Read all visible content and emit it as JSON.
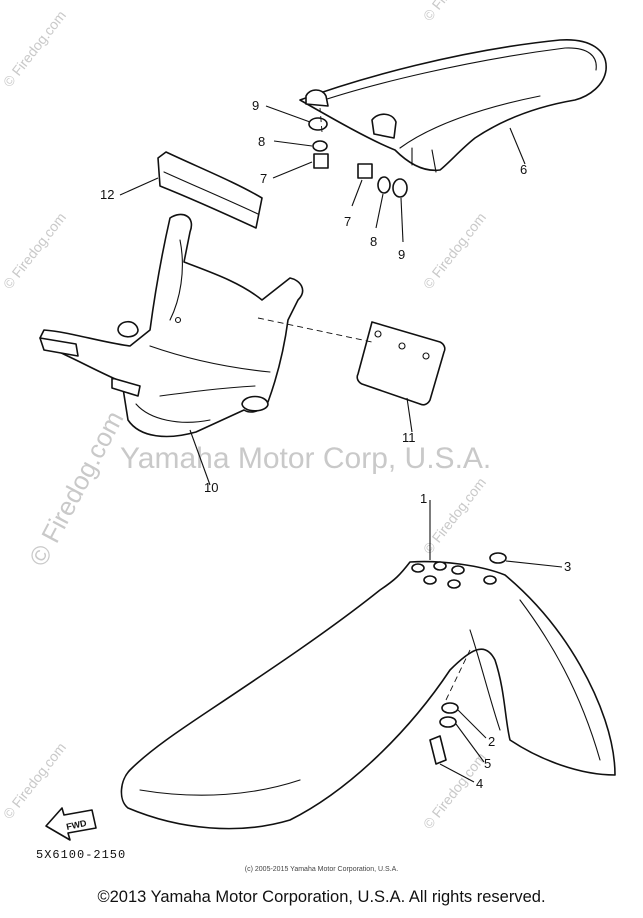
{
  "diagram": {
    "watermark_center": "Yamaha Motor Corp, U.S.A.",
    "watermark_side": "© Firedog.com",
    "watermark_small": "© Firedog.com",
    "part_code": "5X6100-2150",
    "fwd_label": "FWD",
    "callouts": [
      "1",
      "2",
      "3",
      "4",
      "5",
      "6",
      "7",
      "7",
      "8",
      "8",
      "9",
      "9",
      "10",
      "11",
      "12"
    ]
  },
  "footer": {
    "small_copyright": "(c) 2005-2015 Yamaha Motor Corporation, U.S.A.",
    "copyright": "©2013 Yamaha Motor Corporation, U.S.A. All rights reserved."
  }
}
